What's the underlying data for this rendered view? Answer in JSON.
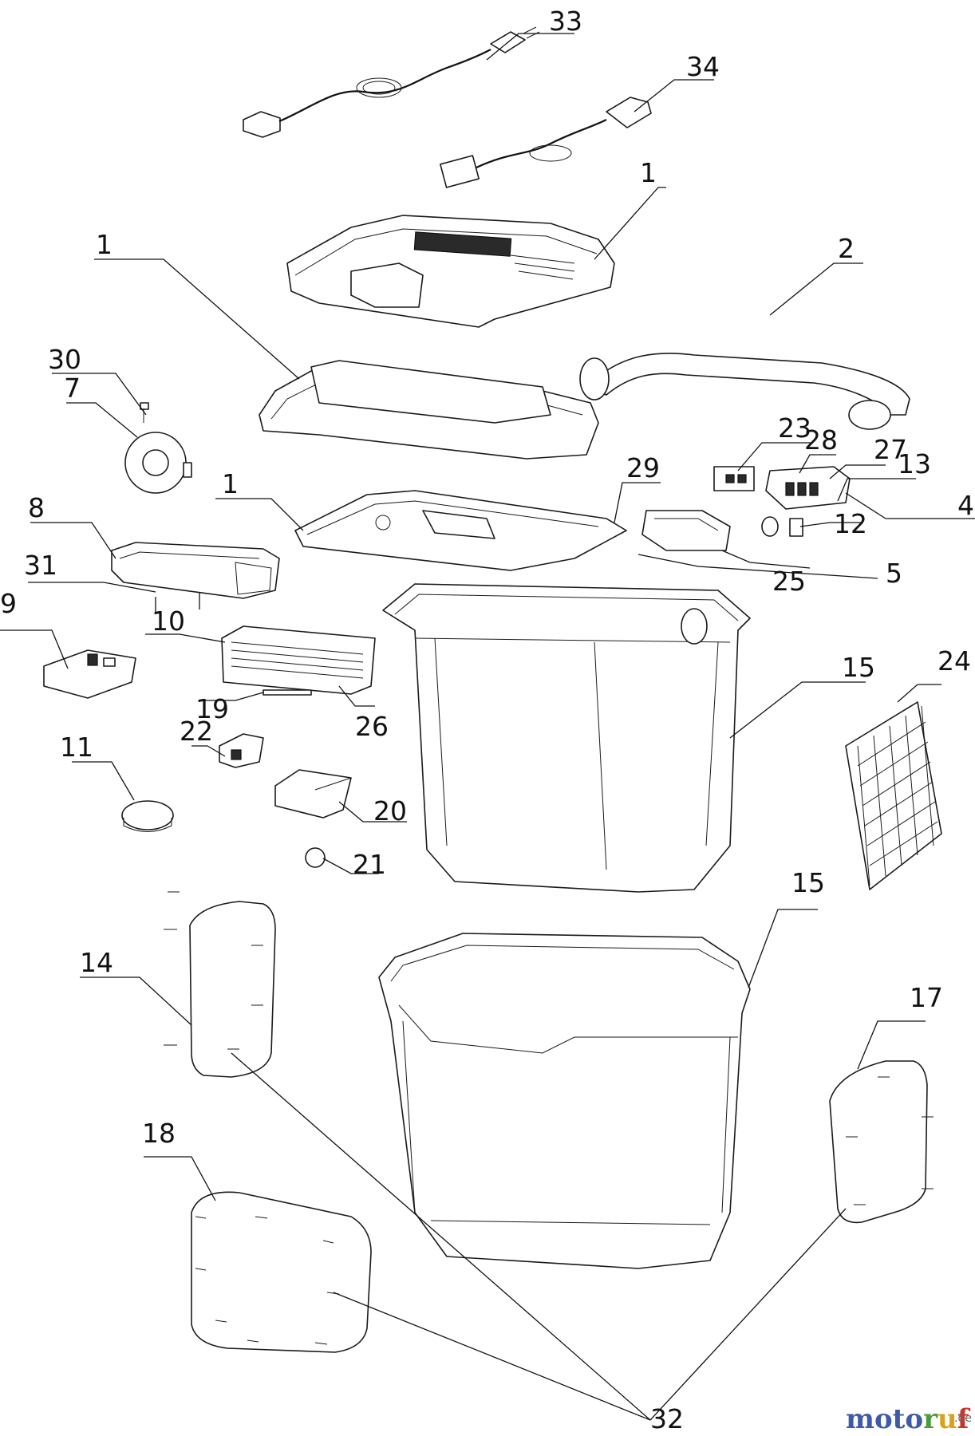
{
  "watermark": {
    "letters": [
      {
        "ch": "m",
        "color": "#3f5aa8"
      },
      {
        "ch": "o",
        "color": "#3f5aa8"
      },
      {
        "ch": "t",
        "color": "#3f5aa8"
      },
      {
        "ch": "o",
        "color": "#3f5aa8"
      },
      {
        "ch": "r",
        "color": "#4c9a3c"
      },
      {
        "ch": "u",
        "color": "#d8a21e"
      },
      {
        "ch": "f",
        "color": "#c8342b"
      }
    ],
    "suffix": ".de"
  },
  "callouts": {
    "c33": "33",
    "c34": "34",
    "c1a": "1",
    "c1b": "1",
    "c1c": "1",
    "c2": "2",
    "c30": "30",
    "c7": "7",
    "c23": "23",
    "c28": "28",
    "c27": "27",
    "c13": "13",
    "c4": "4",
    "c29": "29",
    "c8": "8",
    "c12": "12",
    "c25": "25",
    "c5": "5",
    "c31": "31",
    "c9": "9",
    "c10": "10",
    "c15a": "15",
    "c24": "24",
    "c19": "19",
    "c26": "26",
    "c22": "22",
    "c11": "11",
    "c20": "20",
    "c21": "21",
    "c15b": "15",
    "c14": "14",
    "c17": "17",
    "c18": "18",
    "c32": "32"
  }
}
